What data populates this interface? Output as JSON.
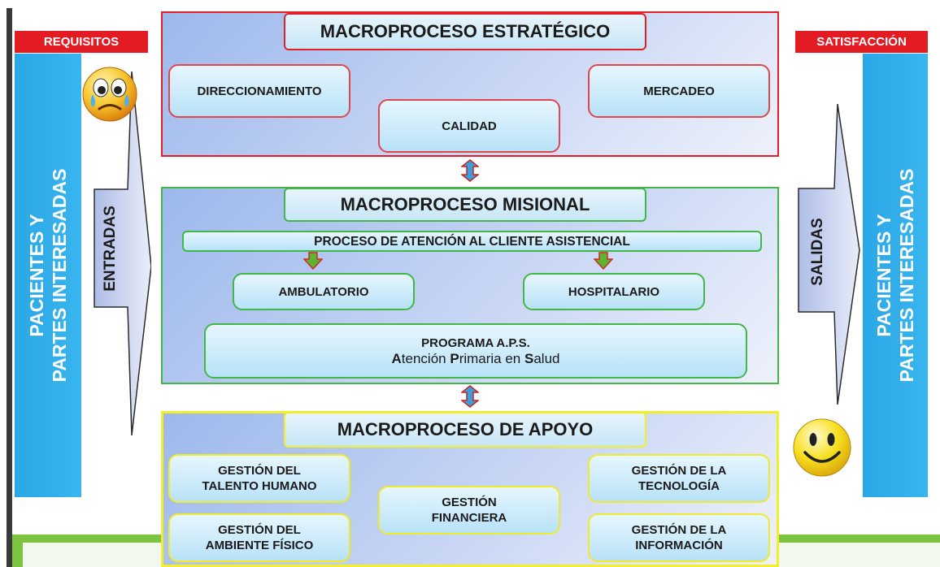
{
  "left": {
    "tag": "REQUISITOS",
    "side_label": "PACIENTES Y\nPARTES INTERESADAS",
    "arrow_label": "ENTRADAS",
    "face_icon": "crying-face-icon"
  },
  "right": {
    "tag": "SATISFACCIÓN",
    "side_label": "PACIENTES Y\nPARTES INTERESADAS",
    "arrow_label": "SALIDAS",
    "face_icon": "smiley-face-icon"
  },
  "estrategico": {
    "title": "MACROPROCESO ESTRATÉGICO",
    "items": [
      "DIRECCIONAMIENTO",
      "MERCADEO",
      "CALIDAD"
    ]
  },
  "misional": {
    "title": "MACROPROCESO MISIONAL",
    "process": "PROCESO DE ATENCIÓN AL CLIENTE ASISTENCIAL",
    "items": [
      "AMBULATORIO",
      "HOSPITALARIO"
    ],
    "aps_title": "PROGRAMA A.P.S.",
    "aps_parts": [
      "A",
      "tención ",
      "P",
      "rimaria en ",
      "S",
      "alud"
    ]
  },
  "apoyo": {
    "title": "MACROPROCESO DE APOYO",
    "items": [
      "GESTIÓN DEL\nTALENTO HUMANO",
      "GESTIÓN DEL\nAMBIENTE FÍSICO",
      "GESTIÓN\nFINANCIERA",
      "GESTIÓN DE LA\nTECNOLOGÍA",
      "GESTIÓN DE LA\nINFORMACIÓN"
    ]
  },
  "colors": {
    "tag_red": "#e31b23",
    "side_blue": "#2aa7e6",
    "estrategico_border": "#e01f26",
    "misional_border": "#43b649",
    "apoyo_border": "#f3ee2a",
    "bottom_band": "#7fc441"
  }
}
